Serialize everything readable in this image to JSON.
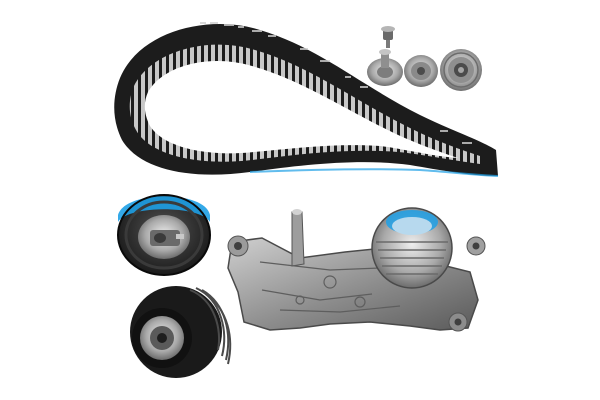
{
  "photo": {
    "background": "#ffffff",
    "colors": {
      "belt_black": "#1c1c1c",
      "belt_tooth": "#c9c9c9",
      "metal_light": "#d4d4d4",
      "metal_mid": "#9a9a9a",
      "metal_dark": "#5c5c5c",
      "pulley_black": "#222222",
      "highlight_blue": "#1ea0e6"
    },
    "parts": [
      {
        "name": "timing-belt"
      },
      {
        "name": "small-bolt"
      },
      {
        "name": "washer-bolt"
      },
      {
        "name": "idler-pulley-small"
      },
      {
        "name": "idler-pulley-grooved"
      },
      {
        "name": "tensioner-pulley"
      },
      {
        "name": "idler-pulley-ribbed"
      },
      {
        "name": "water-pump"
      }
    ]
  }
}
